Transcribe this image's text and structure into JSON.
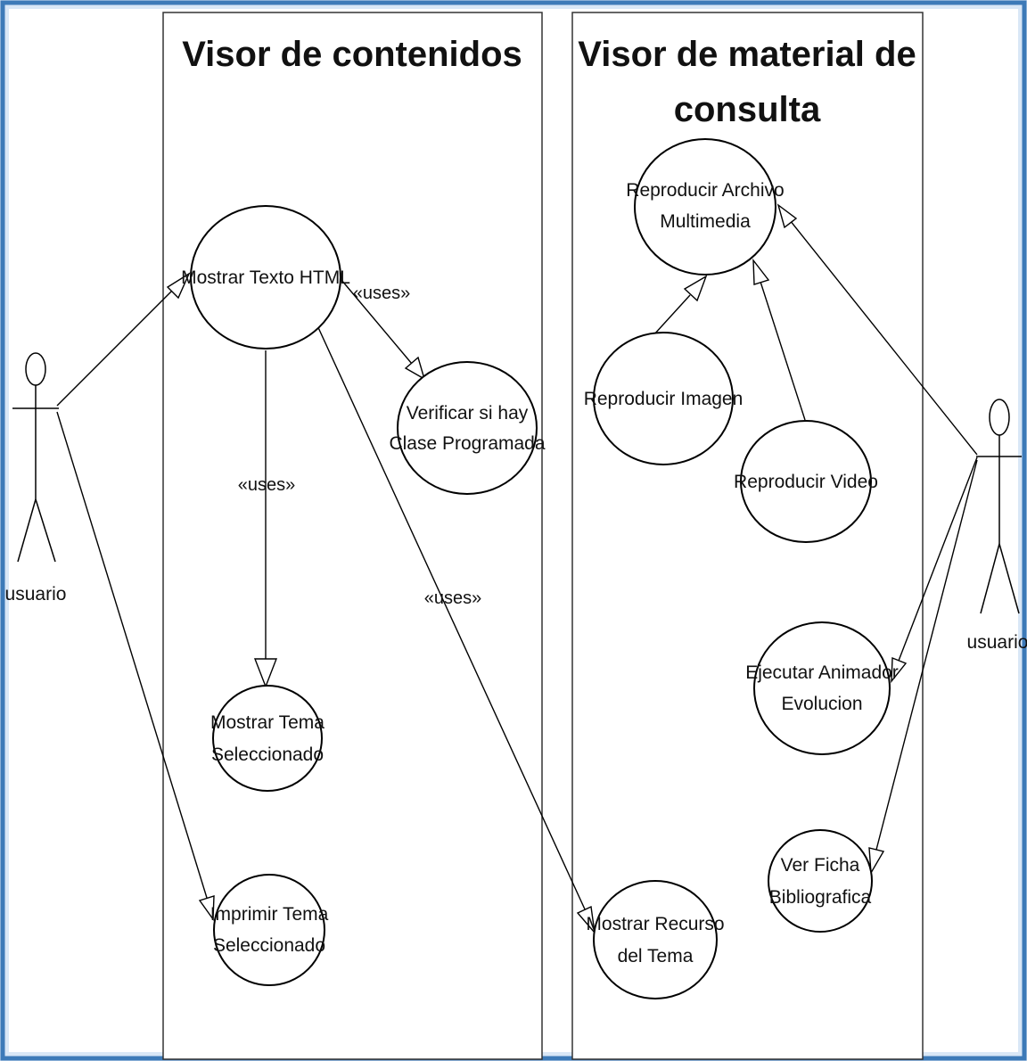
{
  "packages": [
    {
      "id": "contenidos",
      "title_lines": [
        "Visor de contenidos"
      ]
    },
    {
      "id": "material",
      "title_lines": [
        "Visor de material de",
        "consulta"
      ]
    }
  ],
  "actors": [
    {
      "id": "usuario_left",
      "label": "usuario"
    },
    {
      "id": "usuario_right",
      "label": "usuario"
    }
  ],
  "use_cases": [
    {
      "id": "mostrar_texto",
      "lines": [
        "Mostrar Texto HTML"
      ]
    },
    {
      "id": "verificar",
      "lines": [
        "Verificar si hay",
        "Clase Programada"
      ]
    },
    {
      "id": "mostrar_tema",
      "lines": [
        "Mostrar Tema",
        "Seleccionado"
      ]
    },
    {
      "id": "imprimir",
      "lines": [
        "Imprimir Tema",
        "Seleccionado"
      ]
    },
    {
      "id": "recurso",
      "lines": [
        "Mostrar Recurso",
        "del Tema"
      ]
    },
    {
      "id": "reproducir_archivo",
      "lines": [
        "Reproducir Archivo",
        "Multimedia"
      ]
    },
    {
      "id": "reproducir_imagen",
      "lines": [
        "Reproducir Imagen"
      ]
    },
    {
      "id": "reproducir_video",
      "lines": [
        "Reproducir Video"
      ]
    },
    {
      "id": "animador",
      "lines": [
        "Ejecutar Animador",
        "Evolucion"
      ]
    },
    {
      "id": "ficha",
      "lines": [
        "Ver Ficha",
        "Bibliografica"
      ]
    }
  ],
  "relations": [
    {
      "id": "r1",
      "from": "usuario_left",
      "to": "mostrar_texto",
      "label": ""
    },
    {
      "id": "r2",
      "from": "usuario_left",
      "to": "imprimir",
      "label": ""
    },
    {
      "id": "r3",
      "from": "mostrar_texto",
      "to": "verificar",
      "label": "«uses»"
    },
    {
      "id": "r4",
      "from": "mostrar_texto",
      "to": "mostrar_tema",
      "label": "«uses»"
    },
    {
      "id": "r5",
      "from": "mostrar_texto",
      "to": "recurso",
      "label": "«uses»"
    },
    {
      "id": "r6",
      "from": "reproducir_imagen",
      "to": "reproducir_archivo",
      "label": ""
    },
    {
      "id": "r7",
      "from": "reproducir_video",
      "to": "reproducir_archivo",
      "label": ""
    },
    {
      "id": "r8",
      "from": "usuario_right",
      "to": "reproducir_archivo",
      "label": ""
    },
    {
      "id": "r9",
      "from": "usuario_right",
      "to": "animador",
      "label": ""
    },
    {
      "id": "r10",
      "from": "usuario_right",
      "to": "ficha",
      "label": ""
    }
  ]
}
